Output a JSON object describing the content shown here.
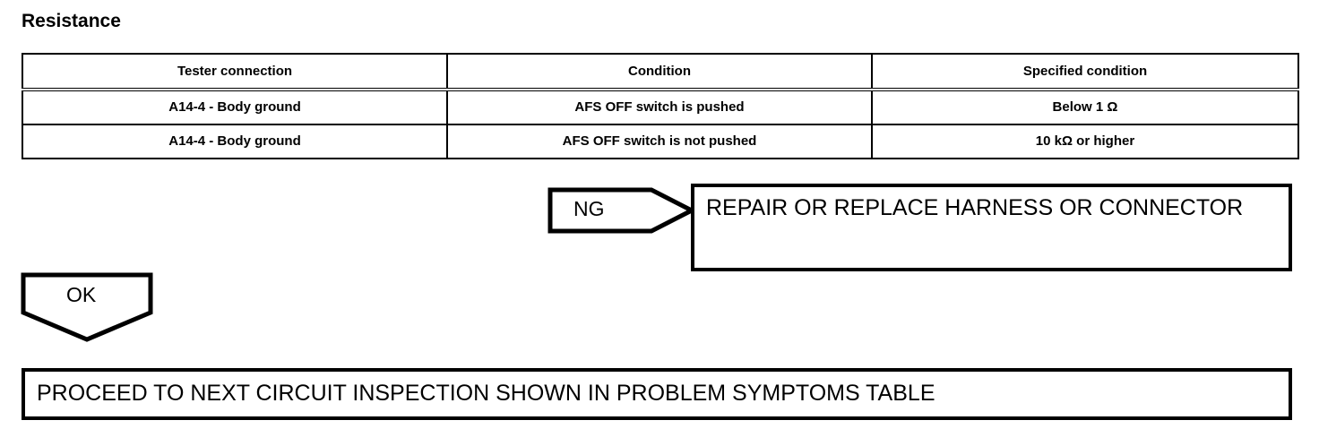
{
  "section": {
    "heading": "Resistance"
  },
  "table": {
    "headers": [
      "Tester connection",
      "Condition",
      "Specified condition"
    ],
    "rows": [
      {
        "tester_connection": "A14-4 - Body ground",
        "condition": "AFS OFF switch is pushed",
        "specified_condition": "Below 1 Ω"
      },
      {
        "tester_connection": "A14-4 - Body ground",
        "condition": "AFS OFF switch is not pushed",
        "specified_condition": "10 kΩ or higher"
      }
    ]
  },
  "flow": {
    "ng_tag": "NG",
    "ok_tag": "OK",
    "repair_box": "REPAIR OR REPLACE HARNESS OR CONNECTOR",
    "proceed_box": "PROCEED TO NEXT CIRCUIT INSPECTION SHOWN IN PROBLEM SYMPTOMS TABLE"
  },
  "colors": {
    "ink": "#000000",
    "paper": "#ffffff"
  }
}
